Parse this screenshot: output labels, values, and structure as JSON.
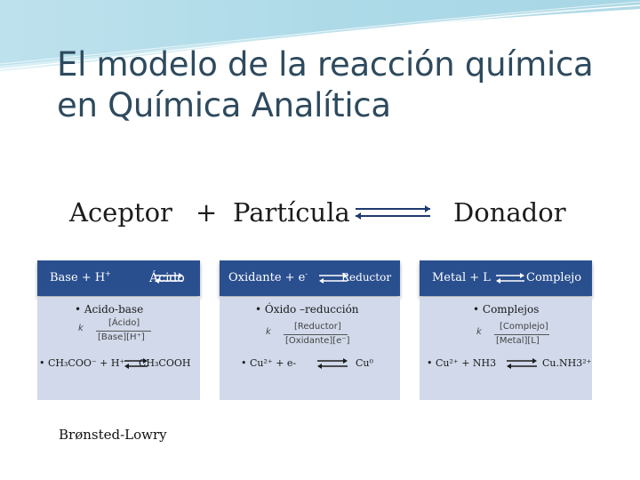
{
  "title": {
    "line1": "El modelo de la reacción química",
    "line2": "en Química Analítica"
  },
  "main_reaction": {
    "aceptor": "Aceptor",
    "plus": "+",
    "particula": "Partícula",
    "donador": "Donador"
  },
  "columns": [
    {
      "header_left": "Base  +  H",
      "header_left_sup": "+",
      "header_right": "Ácido",
      "bullet_title": "•  Acido-base",
      "frac_k": "k",
      "frac_num": "[Ácido]",
      "frac_den": "[Base][H⁺]",
      "eq_left": "•  CH₃COO⁻ + H⁺",
      "eq_right": "CH₃COOH"
    },
    {
      "header_left": "Oxidante  +  e",
      "header_left_sup": "-",
      "header_right": "Reductor",
      "bullet_title": "•  Óxido –reducción",
      "frac_k": "k",
      "frac_num": "[Reductor]",
      "frac_den": "[Oxidante][e⁻]",
      "eq_left": "•  Cu²⁺  +  e-",
      "eq_right": "Cu⁰"
    },
    {
      "header_left": "Metal  +  L",
      "header_left_sup": "",
      "header_right": "Complejo",
      "bullet_title": "•  Complejos",
      "frac_k": "k",
      "frac_num": "[Complejo]",
      "frac_den": "[Metal][L]",
      "eq_left": "•  Cu²⁺  +  NH3",
      "eq_right": "Cu.NH3²⁺"
    }
  ],
  "footer": {
    "bronsted": "Brønsted-Lowry"
  },
  "colors": {
    "header_bg": "#2a4f8f",
    "body_bg": "#d1d9ea",
    "title": "#2e4a5e",
    "wave": "#7fc4d8"
  }
}
